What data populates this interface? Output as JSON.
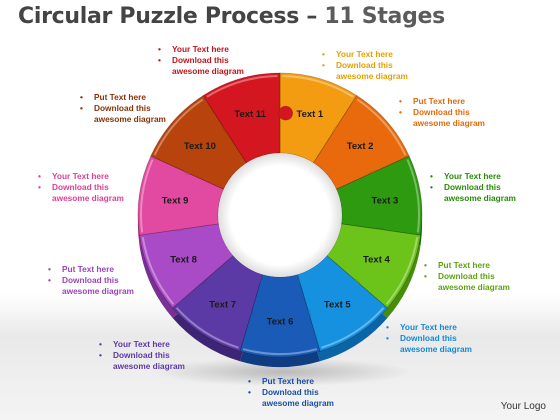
{
  "title": {
    "main": "Circular Puzzle Process",
    "dash": "–",
    "sub": "11 Stages"
  },
  "stages": [
    {
      "label": "Text 1",
      "color": "#f39c12",
      "dark": "#c57207"
    },
    {
      "label": "Text 2",
      "color": "#e96a0c",
      "dark": "#b94c05"
    },
    {
      "label": "Text  3",
      "color": "#2e9a0f",
      "dark": "#1d6a06"
    },
    {
      "label": "Text 4",
      "color": "#6cc319",
      "dark": "#478c0c"
    },
    {
      "label": "Text 5",
      "color": "#1591e0",
      "dark": "#0b64a6"
    },
    {
      "label": "Text 6",
      "color": "#1a5bb8",
      "dark": "#103d82"
    },
    {
      "label": "Text 7",
      "color": "#5c3aa6",
      "dark": "#3d2475"
    },
    {
      "label": "Text 8",
      "color": "#a94bc6",
      "dark": "#7a2f93"
    },
    {
      "label": "Text 9",
      "color": "#e14aa0",
      "dark": "#a82c72"
    },
    {
      "label": "Text 10",
      "color": "#b8430c",
      "dark": "#832c05"
    },
    {
      "label": "Text 11",
      "color": "#d41620",
      "dark": "#990b12"
    }
  ],
  "callouts": [
    {
      "color": "#c0141b",
      "lines": [
        "Your Text  here",
        "Download this",
        "awesome diagram"
      ],
      "bullets": [
        true,
        true,
        false
      ]
    },
    {
      "color": "#e5a000",
      "lines": [
        "Your Text  here",
        "Download this",
        "awesome diagram"
      ],
      "bullets": [
        true,
        true,
        false
      ]
    },
    {
      "color": "#e46a0a",
      "lines": [
        "Put Text  here",
        "Download this",
        "awesome diagram"
      ],
      "bullets": [
        true,
        true,
        false
      ]
    },
    {
      "color": "#2a8a0a",
      "lines": [
        "Your Text here",
        "Download this",
        "awesome diagram"
      ],
      "bullets": [
        true,
        true,
        false
      ]
    },
    {
      "color": "#5ca313",
      "lines": [
        "Put Text  here",
        "Download this",
        "awesome diagram"
      ],
      "bullets": [
        true,
        true,
        false
      ]
    },
    {
      "color": "#138ad6",
      "lines": [
        "Your Text here",
        "Download this",
        "awesome diagram"
      ],
      "bullets": [
        true,
        true,
        false
      ]
    },
    {
      "color": "#1a4fa6",
      "lines": [
        "Put Text here",
        "Download this",
        "awesome diagram"
      ],
      "bullets": [
        true,
        true,
        false
      ]
    },
    {
      "color": "#5c3aa6",
      "lines": [
        "Your Text  here",
        "Download this",
        "awesome diagram"
      ],
      "bullets": [
        true,
        true,
        false
      ]
    },
    {
      "color": "#9a44bb",
      "lines": [
        "Put Text  here",
        "Download this",
        "awesome diagram"
      ],
      "bullets": [
        true,
        true,
        false
      ]
    },
    {
      "color": "#de3f95",
      "lines": [
        "Your Text here",
        "Download this",
        "awesome diagram"
      ],
      "bullets": [
        true,
        true,
        false
      ]
    },
    {
      "color": "#8a3108",
      "lines": [
        "Put Text  here",
        "Download this",
        "awesome diagram"
      ],
      "bullets": [
        true,
        true,
        false
      ]
    }
  ],
  "logo": "Your Logo"
}
